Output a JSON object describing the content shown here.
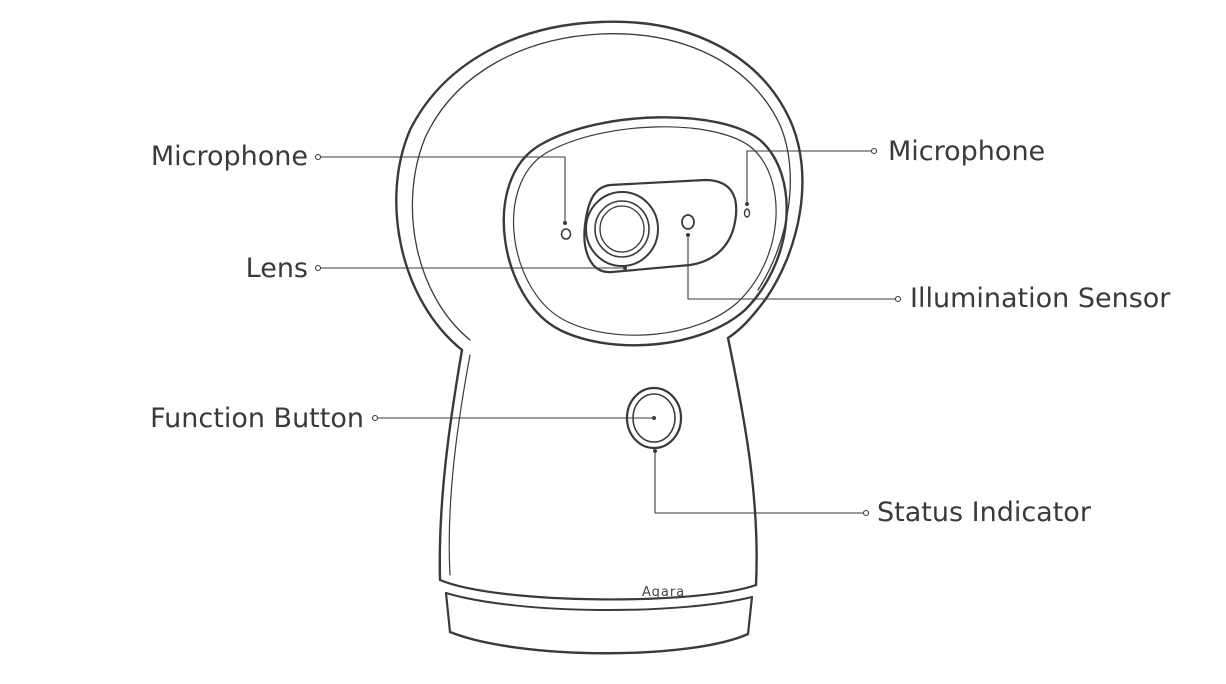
{
  "labels": {
    "mic_left": "Microphone",
    "mic_right": "Microphone",
    "lens": "Lens",
    "illumination": "Illumination Sensor",
    "function_button": "Function Button",
    "status_indicator": "Status Indicator"
  },
  "brand": "Aqara",
  "colors": {
    "line": "#3a3a3a",
    "text": "#3a3a3a",
    "background": "#ffffff"
  }
}
